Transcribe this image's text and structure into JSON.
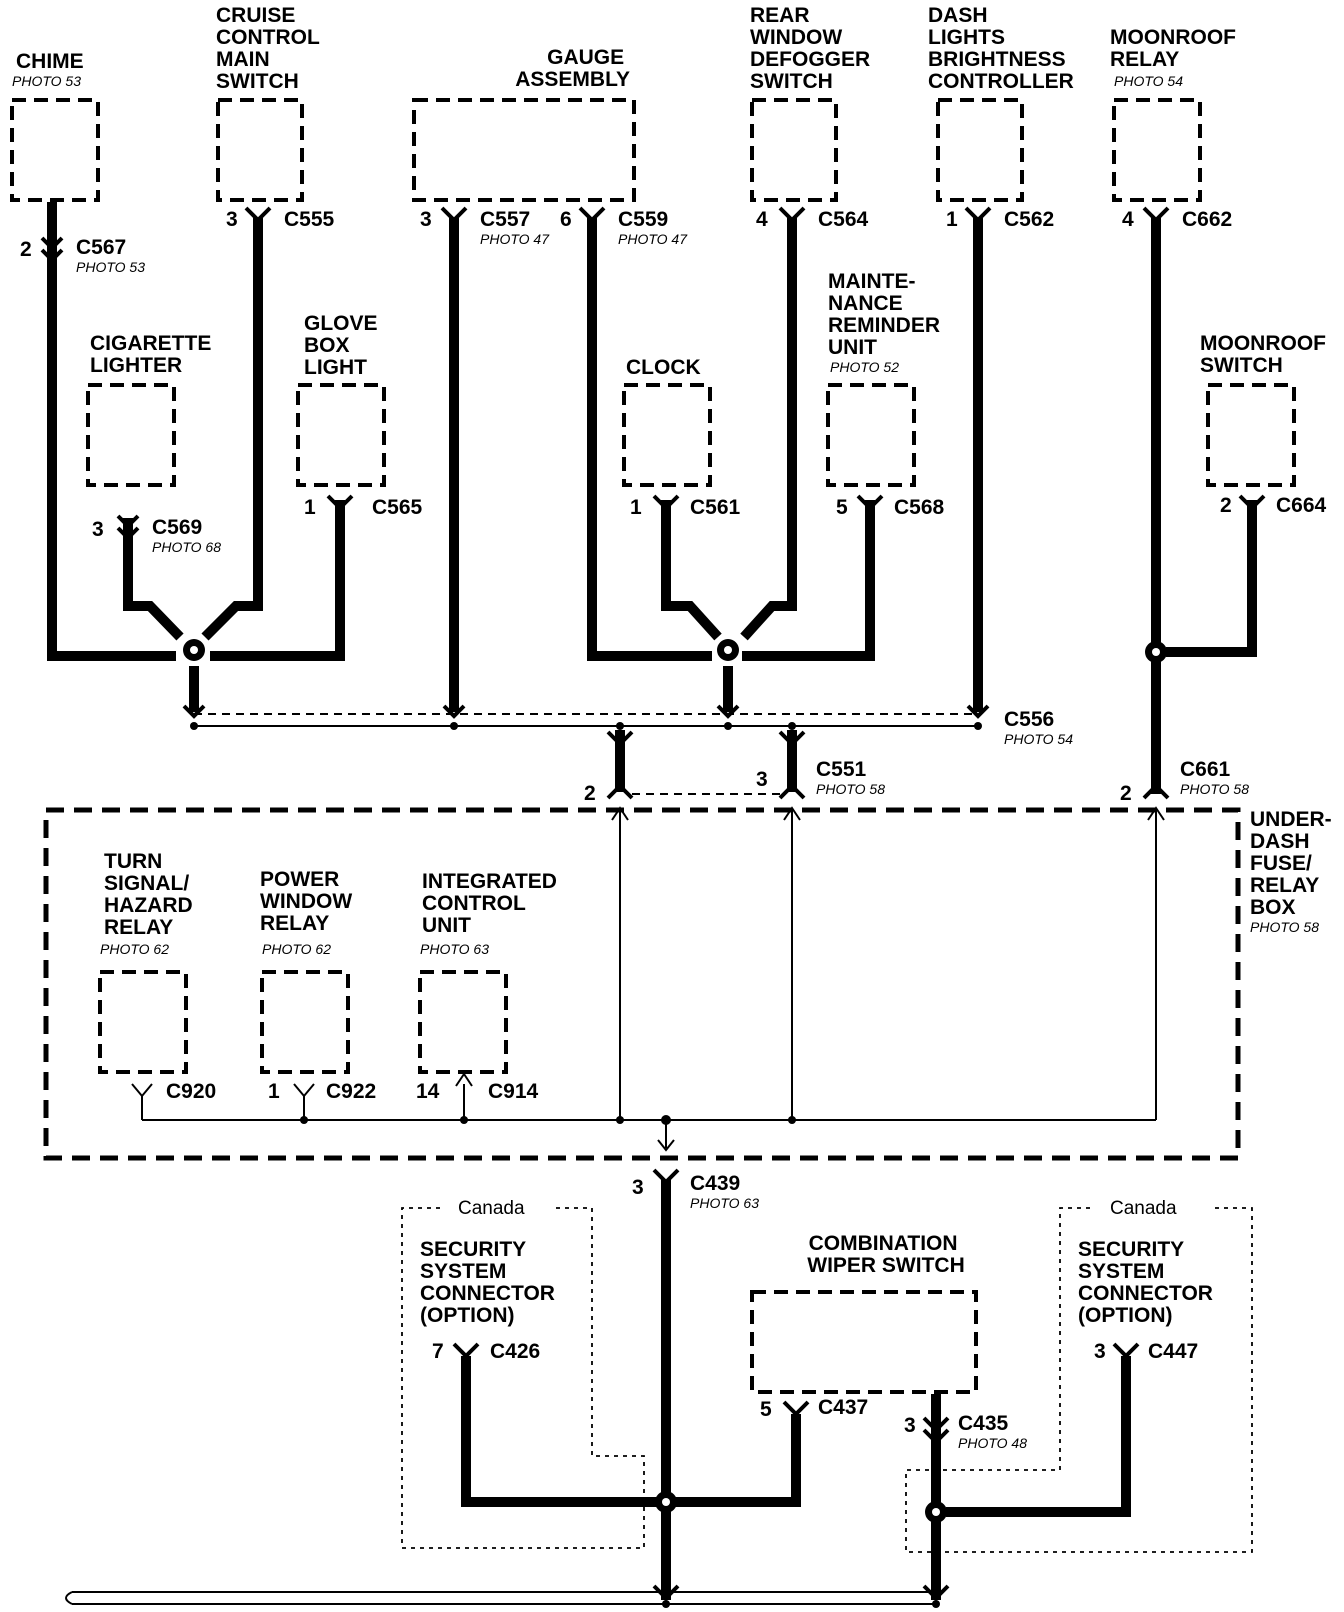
{
  "components": {
    "chime": {
      "name": [
        "CHIME"
      ],
      "photo": "PHOTO 53"
    },
    "cruise": {
      "name": [
        "CRUISE",
        "CONTROL",
        "MAIN",
        "SWITCH"
      ]
    },
    "gauge": {
      "name": [
        "GAUGE",
        "ASSEMBLY"
      ]
    },
    "defogger": {
      "name": [
        "REAR",
        "WINDOW",
        "DEFOGGER",
        "SWITCH"
      ]
    },
    "dash": {
      "name": [
        "DASH",
        "LIGHTS",
        "BRIGHTNESS",
        "CONTROLLER"
      ]
    },
    "moonroof_relay": {
      "name": [
        "MOONROOF",
        "RELAY"
      ],
      "photo": "PHOTO 54"
    },
    "lighter": {
      "name": [
        "CIGARETTE",
        "LIGHTER"
      ]
    },
    "glovebox": {
      "name": [
        "GLOVE",
        "BOX",
        "LIGHT"
      ]
    },
    "clock": {
      "name": [
        "CLOCK"
      ]
    },
    "maint": {
      "name": [
        "MAINTE-",
        "NANCE",
        "REMINDER",
        "UNIT"
      ],
      "photo": "PHOTO 52"
    },
    "moonroof_switch": {
      "name": [
        "MOONROOF",
        "SWITCH"
      ]
    },
    "underdash": {
      "name": [
        "UNDER-",
        "DASH",
        "FUSE/",
        "RELAY",
        "BOX"
      ],
      "photo": "PHOTO 58"
    },
    "turn": {
      "name": [
        "TURN",
        "SIGNAL/",
        "HAZARD",
        "RELAY"
      ],
      "photo": "PHOTO 62"
    },
    "powerwin": {
      "name": [
        "POWER",
        "WINDOW",
        "RELAY"
      ],
      "photo": "PHOTO 62"
    },
    "icu": {
      "name": [
        "INTEGRATED",
        "CONTROL",
        "UNIT"
      ],
      "photo": "PHOTO 63"
    },
    "sec_left": {
      "name": [
        "SECURITY",
        "SYSTEM",
        "CONNECTOR",
        "(OPTION)"
      ],
      "region": "Canada"
    },
    "wiper": {
      "name": [
        "COMBINATION",
        "WIPER SWITCH"
      ]
    },
    "sec_right": {
      "name": [
        "SECURITY",
        "SYSTEM",
        "CONNECTOR",
        "(OPTION)"
      ],
      "region": "Canada"
    }
  },
  "connectors": {
    "c567": {
      "id": "C567",
      "pin": "2",
      "photo": "PHOTO 53"
    },
    "c555": {
      "id": "C555",
      "pin": "3"
    },
    "c557": {
      "id": "C557",
      "pin": "3",
      "photo": "PHOTO 47"
    },
    "c559": {
      "id": "C559",
      "pin": "6",
      "photo": "PHOTO 47"
    },
    "c564": {
      "id": "C564",
      "pin": "4"
    },
    "c562": {
      "id": "C562",
      "pin": "1"
    },
    "c662": {
      "id": "C662",
      "pin": "4"
    },
    "c569": {
      "id": "C569",
      "pin": "3",
      "photo": "PHOTO 68"
    },
    "c565": {
      "id": "C565",
      "pin": "1"
    },
    "c561": {
      "id": "C561",
      "pin": "1"
    },
    "c568": {
      "id": "C568",
      "pin": "5"
    },
    "c664": {
      "id": "C664",
      "pin": "2"
    },
    "c556": {
      "id": "C556",
      "photo": "PHOTO 54"
    },
    "c551": {
      "id": "C551",
      "pin_a": "2",
      "pin_b": "3",
      "photo": "PHOTO 58"
    },
    "c661": {
      "id": "C661",
      "pin": "2",
      "photo": "PHOTO 58"
    },
    "c920": {
      "id": "C920"
    },
    "c922": {
      "id": "C922",
      "pin": "1"
    },
    "c914": {
      "id": "C914",
      "pin": "14"
    },
    "c439": {
      "id": "C439",
      "pin": "3",
      "photo": "PHOTO 63"
    },
    "c426": {
      "id": "C426",
      "pin": "7"
    },
    "c437": {
      "id": "C437",
      "pin": "5"
    },
    "c435": {
      "id": "C435",
      "pin": "3",
      "photo": "PHOTO 48"
    },
    "c447": {
      "id": "C447",
      "pin": "3"
    }
  }
}
